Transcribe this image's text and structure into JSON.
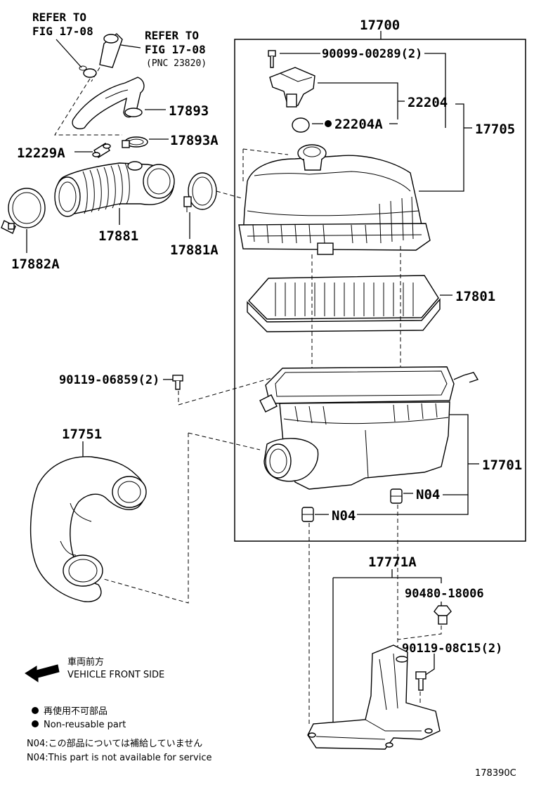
{
  "diagram": {
    "refer_1": {
      "line1": "REFER TO",
      "line2": "FIG 17-08"
    },
    "refer_2": {
      "line1": "REFER TO",
      "line2": "FIG 17-08",
      "line3": "(PNC 23820)"
    },
    "parts": {
      "p17700": "17700",
      "p90099": "90099-00289(2)",
      "p22204": "22204",
      "p22204A": "22204A",
      "p17705": "17705",
      "p17893": "17893",
      "p17893A": "17893A",
      "p12229A": "12229A",
      "p17881": "17881",
      "p17881A": "17881A",
      "p17882A": "17882A",
      "p17801": "17801",
      "p90119a": "90119-06859(2)",
      "p17751": "17751",
      "p17701": "17701",
      "pN04a": "N04",
      "pN04b": "N04",
      "p17771A": "17771A",
      "p90480": "90480-18006",
      "p90119b": "90119-08C15(2)"
    },
    "legend": {
      "front_jp": "車両前方",
      "front_en": "VEHICLE FRONT SIDE",
      "nonreuse_jp": "再使用不可部品",
      "nonreuse_en": "Non-reusable part",
      "n04_jp": "N04:この部品については補給していません",
      "n04_en": "N04:This part is not available for service"
    },
    "figure_code": "178390C"
  }
}
